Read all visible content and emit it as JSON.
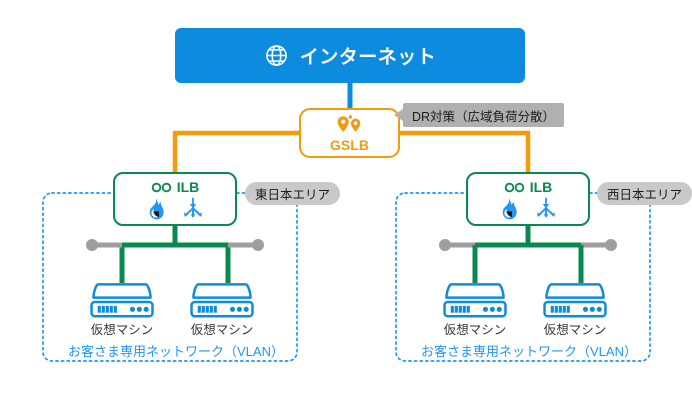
{
  "diagram": {
    "title_banner": {
      "label": "インターネット",
      "icon": "globe-icon",
      "color": "#0d8bdf"
    },
    "gslb": {
      "label": "GSLB",
      "icon": "map-pin-pair-icon",
      "color": "#f59a0b"
    },
    "dr_callout": {
      "label": "DR対策（広域負荷分散）",
      "background": "#b0b0b0"
    },
    "regions": [
      {
        "id": "east",
        "area_label": "東日本エリア",
        "ilb": {
          "label": "ILB",
          "icon": "infinity-icon",
          "color": "#098950",
          "feature_icons": [
            {
              "name": "firewall-flame-icon",
              "color": "#2196f3"
            },
            {
              "name": "load-distribute-arrow-icon",
              "color": "#2196f3"
            }
          ]
        },
        "vlan_label": "お客さま専用ネットワーク（VLAN）",
        "vlan_color": "#2196f3",
        "virtual_machines": [
          {
            "label": "仮想マシン",
            "icon": "server-icon"
          },
          {
            "label": "仮想マシン",
            "icon": "server-icon"
          }
        ]
      },
      {
        "id": "west",
        "area_label": "西日本エリア",
        "ilb": {
          "label": "ILB",
          "icon": "infinity-icon",
          "color": "#098950",
          "feature_icons": [
            {
              "name": "firewall-flame-icon",
              "color": "#2196f3"
            },
            {
              "name": "load-distribute-arrow-icon",
              "color": "#2196f3"
            }
          ]
        },
        "vlan_label": "お客さま専用ネットワーク（VLAN）",
        "vlan_color": "#2196f3",
        "virtual_machines": [
          {
            "label": "仮想マシン",
            "icon": "server-icon"
          },
          {
            "label": "仮想マシン",
            "icon": "server-icon"
          }
        ]
      }
    ],
    "link_colors": {
      "internet_to_gslb": "#0d8bdf",
      "gslb_to_ilb": "#f59a0b",
      "ilb_to_vm": "#098950",
      "bus_bar": "#9e9e9e",
      "vlan_border": "#2196f3"
    }
  }
}
